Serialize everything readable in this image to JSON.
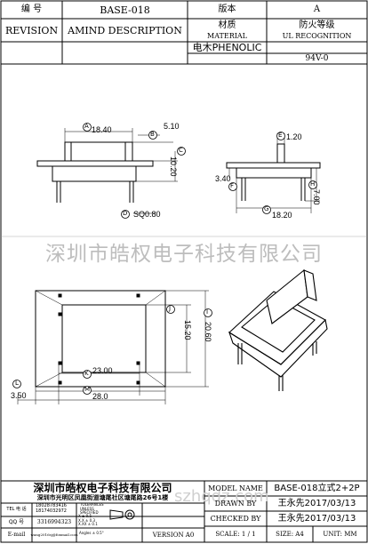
{
  "header": {
    "code_label": "编 号",
    "code_value": "BASE-018",
    "version_label": "版本",
    "version_value": "A",
    "revision_label": "REVISION",
    "amind_label": "AMIND DESCRIPTION",
    "material_cn": "材质",
    "material_en": "MATERIAL",
    "fire_cn": "防火等级",
    "fire_en": "UL RECOGNITION",
    "material_value": "电木PHENOLIC",
    "fire_value": "94V-0"
  },
  "drawing": {
    "dims": {
      "A": "18.40",
      "B": "5.10",
      "C": "10.20",
      "D": "SQ0.80",
      "E": "1.20",
      "F": "3.40",
      "G": "18.20",
      "H": "7.00",
      "I": "20.60",
      "J": "15.20",
      "K": "23.00",
      "L": "3.50",
      "M": "28.0"
    },
    "letters": [
      "A",
      "B",
      "C",
      "D",
      "E",
      "F",
      "G",
      "H",
      "I",
      "J",
      "K",
      "L",
      "M"
    ]
  },
  "watermark": "深圳市皓权电子科技有限公司",
  "watermark_url": "szhqdz.com",
  "title_block": {
    "company": "深圳市皓权电子科技有限公司",
    "address": "深圳市光明区凤凰街道塘尾社区塘尾路26号1楼",
    "tel_label": "TEL 电 话",
    "tel_values": [
      "18028783416",
      "18174032972"
    ],
    "qq_label": "QQ 号",
    "qq_value": "3316994323",
    "email_label": "E-mail",
    "email_value": "wang2016sj@foxmail.com",
    "tolerance_lines": [
      "TOLERANCES",
      "UNLESS",
      "SPECIFIED"
    ],
    "tolerance_values": [
      "X ± 0.5",
      "X.X ± 0.3",
      "X.XX ± 0.1",
      "Angles ± 0.5°"
    ],
    "version_label": "VERSION A0",
    "model_name_label": "MODEL NAME",
    "model_name_value": "BASE-018立式2+2P",
    "drawn_label": "DRAWN BY",
    "drawn_value": "王永先2017/03/13",
    "checked_label": "CHECKED BY",
    "checked_value": "王永先2017/03/13",
    "scale_label": "SCALE: 1 / 1",
    "size_label": "SIZE: A4",
    "unit_label": "UNIT: MM"
  }
}
